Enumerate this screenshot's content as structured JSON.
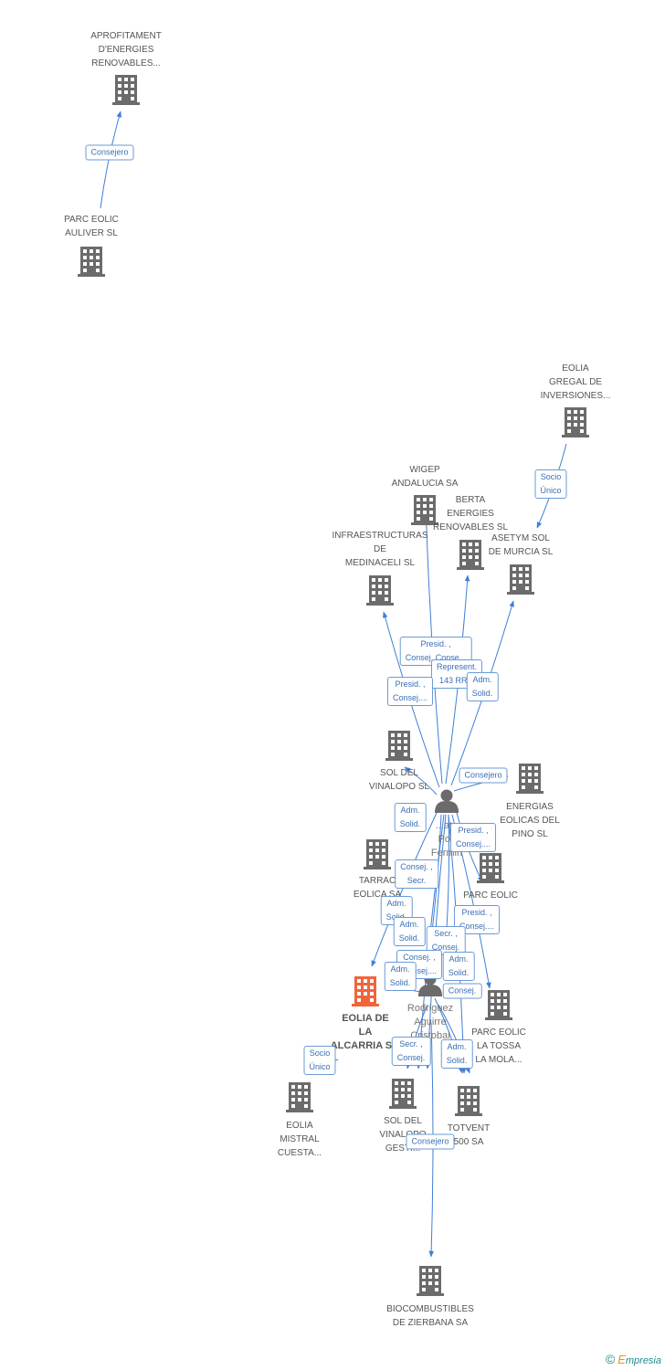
{
  "colors": {
    "edge": "#3f7fd6",
    "building": "#6b6b6b",
    "focus": "#f0653c",
    "person": "#6b6b6b"
  },
  "nodes": [
    {
      "id": "aprofitament",
      "kind": "company",
      "label": "APROFITAMENT\nD'ENERGIES\nRENOVABLES..."
    },
    {
      "id": "auliver",
      "kind": "company",
      "label": "PARC EOLIC\nAULIVER SL"
    },
    {
      "id": "eolia_gregal",
      "kind": "company",
      "label": "EOLIA\nGREGAL DE\nINVERSIONES..."
    },
    {
      "id": "wigep",
      "kind": "company",
      "label": "WIGEP\nANDALUCIA SA"
    },
    {
      "id": "berta",
      "kind": "company",
      "label": "BERTA\nENERGIES\nRENOVABLES SL"
    },
    {
      "id": "asetym",
      "kind": "company",
      "label": "ASETYM SOL\nDE MURCIA SL"
    },
    {
      "id": "infraestructuras",
      "kind": "company",
      "label": "INFRAESTRUCTURAS\nDE\nMEDINACELI SL"
    },
    {
      "id": "sol_vinalopo",
      "kind": "company",
      "label": "SOL DEL\nVINALOPO SL"
    },
    {
      "id": "energias_pino",
      "kind": "company",
      "label": "ENERGIAS\nEOLICAS DEL\nPINO SL"
    },
    {
      "id": "person1",
      "kind": "person",
      "label": "...ate\nPos\nFermin"
    },
    {
      "id": "tarraco",
      "kind": "company",
      "label": "TARRAC\nEOLICA SA"
    },
    {
      "id": "parc_eolic_mid",
      "kind": "company",
      "label": "PARC EOLIC\n...\nSL"
    },
    {
      "id": "person2",
      "kind": "person",
      "label": "Rodriguez\nAguirre\nCristobal"
    },
    {
      "id": "tossa",
      "kind": "company",
      "label": "PARC EOLIC\nLA TOSSA\nLA MOLA..."
    },
    {
      "id": "eolia_alcarria",
      "kind": "focus",
      "label": "EOLIA DE\nLA\nALCARRIA S..."
    },
    {
      "id": "eolia_mistral",
      "kind": "company",
      "label": "EOLIA\nMISTRAL\nCUESTA..."
    },
    {
      "id": "sol_vinalopo_gest",
      "kind": "company",
      "label": "SOL DEL\nVINALOPO\nGESTI..."
    },
    {
      "id": "totvent",
      "kind": "company",
      "label": "TOTVENT\n500 SA"
    },
    {
      "id": "biocombustibles",
      "kind": "company",
      "label": "BIOCOMBUSTIBLES\nDE ZIERBANA SA"
    }
  ],
  "edge_labels": [
    "Consejero",
    "Socio\nÚnico",
    "Presid. ,\nConsej. Conse...",
    "Represent.\n143 RRM",
    "Presid. ,\nConsej....",
    "Adm.\nSolid.",
    "Consejero",
    "Adm.\nSolid.",
    "Presid. ,\nConsej....",
    "Consej. ,\nSecr.",
    "Adm.\nSolid.",
    "Presid. ,\nConsej....",
    "Adm.\nSolid.",
    "Secr. ,\nConsej.",
    "Consej. ,\nConsej....",
    "Adm.\nSolid.",
    "Adm.\nSolid.",
    "Consej.",
    "Secr. ,\nConsej.",
    "Adm.\nSolid.",
    "Socio\nÚnico",
    "Consejero"
  ],
  "footer": {
    "copyright": "©",
    "brand_e": "E",
    "brand_rest": "mpresia"
  }
}
